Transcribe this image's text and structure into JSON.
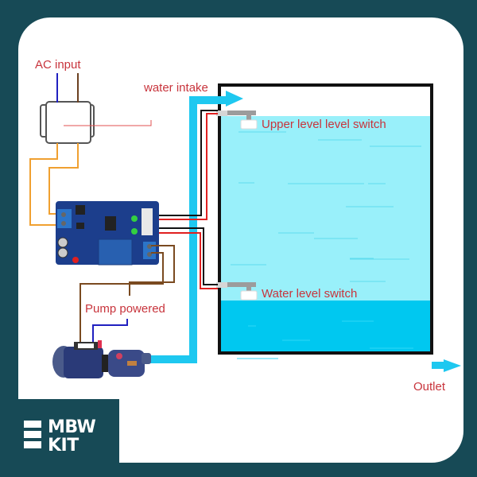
{
  "labels": {
    "ac_input": "AC input",
    "water_intake": "water intake",
    "upper_switch": "Upper level level switch",
    "pump_powered": "Pump powered",
    "water_switch": "Water level switch",
    "outlet": "Outlet"
  },
  "logo": {
    "line1": "MBW",
    "line2": "KIT"
  },
  "colors": {
    "background": "#174a56",
    "label_red": "#c8343c",
    "water_light": "#99f0fa",
    "water_dark": "#00c8f0",
    "pipe": "#1ec8f0",
    "wire_orange": "#f0a030",
    "wire_brown": "#7a4a20",
    "wire_blue": "#2020c0",
    "wire_red": "#e02020",
    "board_blue": "#1c3e8c"
  }
}
